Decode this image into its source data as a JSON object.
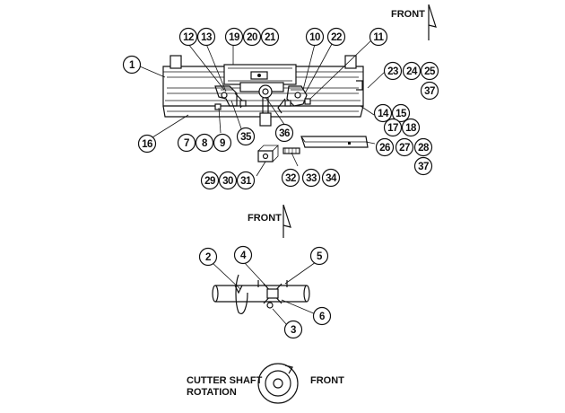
{
  "labels": {
    "front_top": "FRONT",
    "front_mid": "FRONT",
    "front_bottom": "FRONT",
    "cutter_line1": "CUTTER SHAFT",
    "cutter_line2": "ROTATION"
  },
  "callouts": {
    "c1": "1",
    "c2": "2",
    "c3": "3",
    "c4": "4",
    "c5": "5",
    "c6": "6",
    "c7": "7",
    "c8": "8",
    "c9": "9",
    "c10": "10",
    "c11": "11",
    "c12": "12",
    "c13": "13",
    "c14": "14",
    "c15": "15",
    "c16": "16",
    "c17": "17",
    "c18": "18",
    "c19": "19",
    "c20": "20",
    "c21": "21",
    "c22": "22",
    "c23": "23",
    "c24": "24",
    "c25": "25",
    "c26": "26",
    "c27": "27",
    "c28": "28",
    "c29": "29",
    "c30": "30",
    "c31": "31",
    "c32": "32",
    "c33": "33",
    "c34": "34",
    "c35": "35",
    "c36": "36",
    "c37a": "37",
    "c37b": "37"
  }
}
